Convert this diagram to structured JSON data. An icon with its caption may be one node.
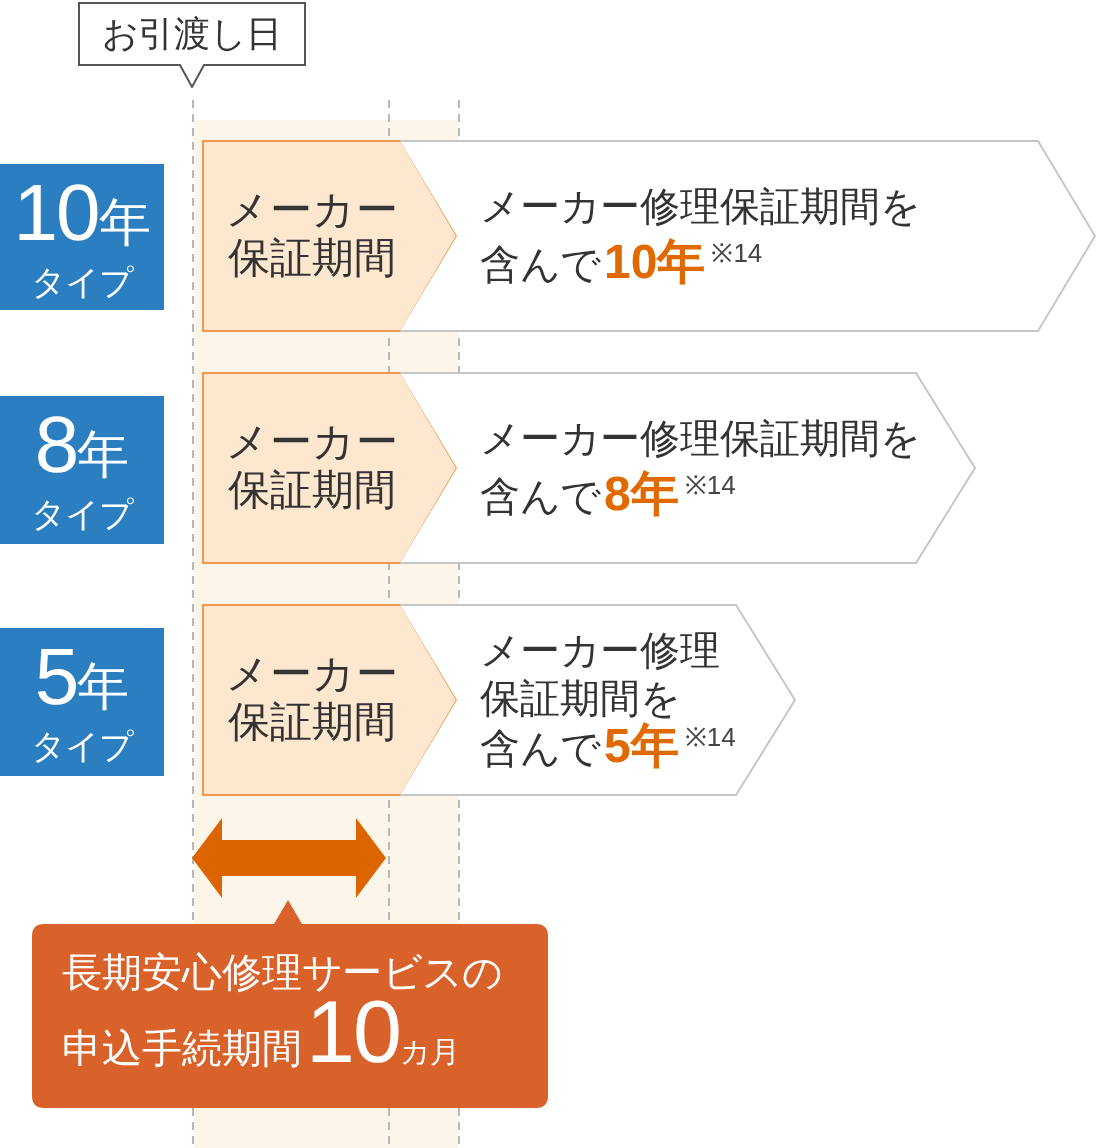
{
  "diagram": {
    "nodes": [
      {
        "text": [
          "お引渡し日"
        ]
      },
      {
        "text": [
          "10年",
          "タイプ"
        ]
      },
      {
        "text": [
          "メーカー保証期間"
        ]
      },
      {
        "text": [
          "メーカー修理保証期間を含んで**10年**$^{※14}$"
        ]
      },
      {
        "text": [
          "8年",
          "タイプ"
        ]
      },
      {
        "text": [
          "メーカー保証期間"
        ]
      },
      {
        "text": [
          "メーカー修理保証期間を含んで**8年**$^{※14}$"
        ]
      },
      {
        "text": [
          "5年",
          "タイプ"
        ]
      },
      {
        "text": [
          "メーカー保証期間"
        ]
      },
      {
        "text": [
          "メーカー修理保証期間を含んで**5年**$^{※14}$"
        ]
      },
      {
        "text": [
          "長期安心修理サービスの申込手続期間**10**カ月"
        ]
      }
    ]
  }
}
